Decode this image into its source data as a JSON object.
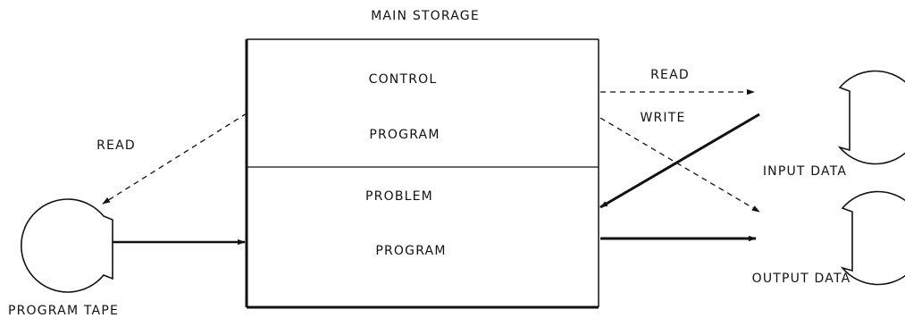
{
  "title": "MAIN STORAGE",
  "storage": {
    "control_line1": "CONTROL",
    "control_line2": "PROGRAM",
    "problem_line1": "PROBLEM",
    "problem_line2": "PROGRAM"
  },
  "reels": {
    "program_tape": "PROGRAM TAPE",
    "input_data": "INPUT DATA",
    "output_data": "OUTPUT DATA"
  },
  "arrows": {
    "read_left": "READ",
    "read_right": "READ",
    "write_right": "WRITE"
  }
}
